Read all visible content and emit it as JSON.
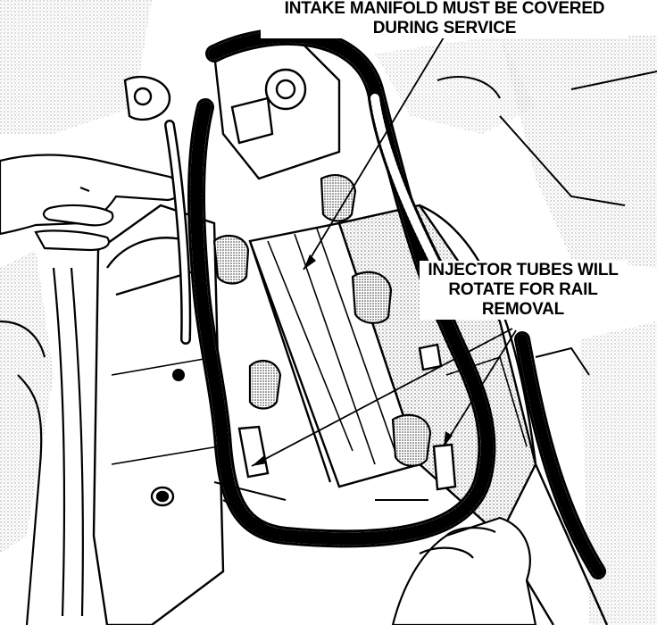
{
  "callouts": {
    "intake": {
      "line1": "INTAKE MANIFOLD MUST BE COVERED",
      "line2": "DURING SERVICE"
    },
    "injector": {
      "line1": "INJECTOR TUBES WILL",
      "line2": "ROTATE FOR RAIL",
      "line3": "REMOVAL"
    }
  },
  "colors": {
    "ink": "#000000",
    "paper": "#ffffff",
    "stipple": "#9a9a9a"
  }
}
